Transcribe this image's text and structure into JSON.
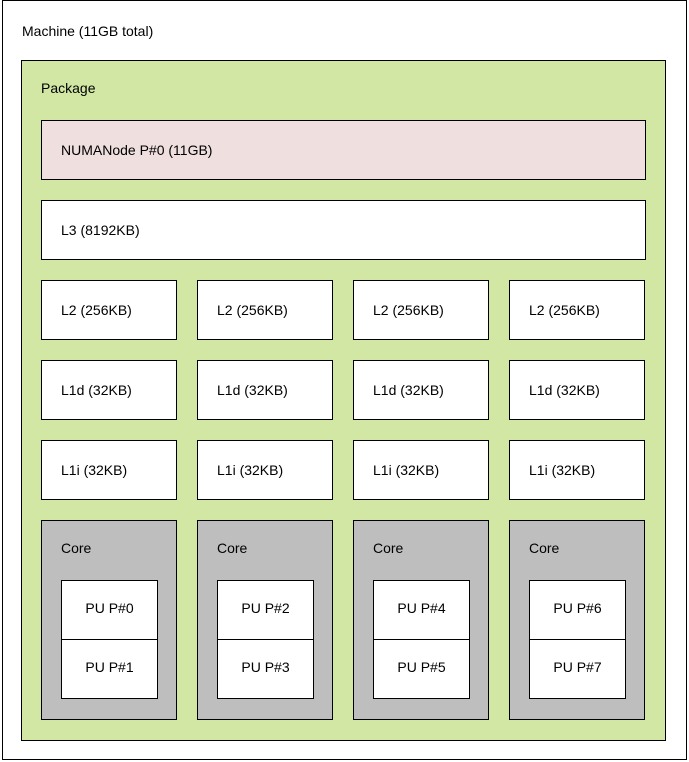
{
  "machine": {
    "label": "Machine (11GB total)"
  },
  "package": {
    "label": "Package"
  },
  "numa": {
    "label": "NUMANode P#0 (11GB)"
  },
  "l3": {
    "label": "L3 (8192KB)"
  },
  "l2": [
    "L2 (256KB)",
    "L2 (256KB)",
    "L2 (256KB)",
    "L2 (256KB)"
  ],
  "l1d": [
    "L1d (32KB)",
    "L1d (32KB)",
    "L1d (32KB)",
    "L1d (32KB)"
  ],
  "l1i": [
    "L1i (32KB)",
    "L1i (32KB)",
    "L1i (32KB)",
    "L1i (32KB)"
  ],
  "cores": [
    {
      "label": "Core",
      "pus": [
        "PU P#0",
        "PU P#1"
      ]
    },
    {
      "label": "Core",
      "pus": [
        "PU P#2",
        "PU P#3"
      ]
    },
    {
      "label": "Core",
      "pus": [
        "PU P#4",
        "PU P#5"
      ]
    },
    {
      "label": "Core",
      "pus": [
        "PU P#6",
        "PU P#7"
      ]
    }
  ],
  "colors": {
    "package": "#d2e7a4",
    "numa": "#efdfde",
    "core": "#bebebe",
    "cache": "#ffffff"
  }
}
